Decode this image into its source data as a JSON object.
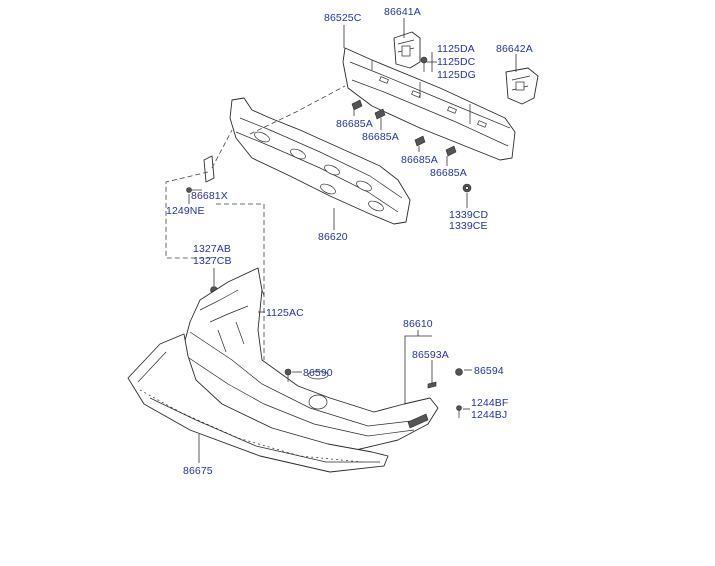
{
  "accent_color": "#2233aa",
  "line_color": "#2b2b2b",
  "labels": {
    "p86525C": "86525C",
    "p86641A": "86641A",
    "p1125DA": "1125DA",
    "p1125DC": "1125DC",
    "p1125DG": "1125DG",
    "p86642A": "86642A",
    "p86685A_1": "86685A",
    "p86685A_2": "86685A",
    "p86685A_3": "86685A",
    "p86685A_4": "86685A",
    "p86681X": "86681X",
    "p1249NE": "1249NE",
    "p1339CD": "1339CD",
    "p1339CE": "1339CE",
    "p86620": "86620",
    "p1327AB": "1327AB",
    "p1327CB": "1327CB",
    "p1125AC": "1125AC",
    "p86610": "86610",
    "p86593A": "86593A",
    "p86594": "86594",
    "p86590": "86590",
    "p1244BF": "1244BF",
    "p1244BJ": "1244BJ",
    "p86675": "86675"
  }
}
